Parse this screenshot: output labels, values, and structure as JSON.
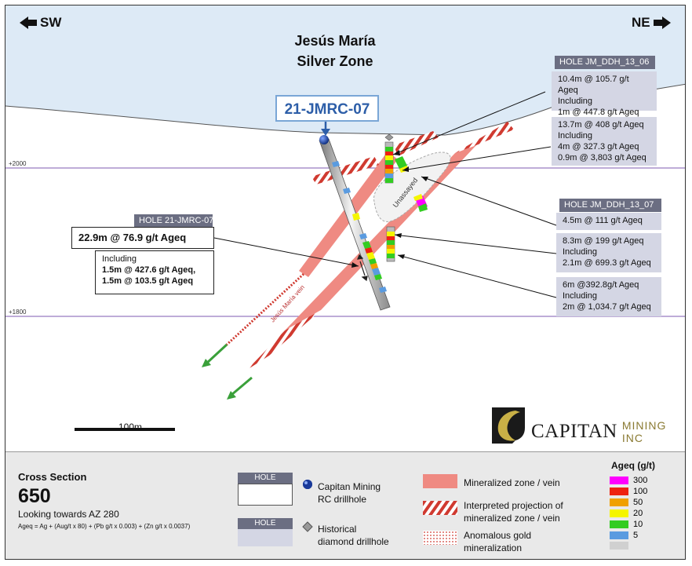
{
  "directions": {
    "left": "SW",
    "right": "NE"
  },
  "title": {
    "line1": "Jesús María",
    "line2": "Silver Zone"
  },
  "hole_badge": "21-JMRC-07",
  "elevations": {
    "upper": "+2000",
    "lower": "+1800"
  },
  "unassayed_label": "Unassayed",
  "vein_label": "Jesús María vein",
  "scale_label": "100m",
  "callouts": {
    "ddh06": {
      "header": "HOLE JM_DDH_13_06",
      "box1": [
        "10.4m @ 105.7 g/t Ageq",
        "Including",
        "1m @ 447.8 g/t Ageq"
      ],
      "box2": [
        "13.7m @ 408 g/t Ageq",
        "Including",
        "4m @ 327.3 g/t Ageq",
        "0.9m @ 3,803 g/t Ageq"
      ]
    },
    "ddh07": {
      "header": "HOLE JM_DDH_13_07",
      "box1": [
        "4.5m @ 111 g/t Ageq"
      ],
      "box2": [
        "8.3m @ 199 g/t Ageq",
        "Including",
        "2.1m @ 699.3 g/t Ageq"
      ],
      "box3": [
        "6m @392.8g/t Ageq",
        "Including",
        "2m @ 1,034.7 g/t Ageq"
      ]
    },
    "jmrc07": {
      "header": "HOLE 21-JMRC-07",
      "main": "22.9m @ 76.9 g/t Ageq",
      "sub": [
        "Including",
        "1.5m @ 427.6 g/t Ageq,",
        "1.5m @ 103.5 g/t Ageq"
      ]
    }
  },
  "logo": {
    "name": "CAPITAN",
    "suffix": "MINING INC"
  },
  "legend": {
    "cross_section": "Cross Section",
    "section_number": "650",
    "looking": "Looking towards AZ 280",
    "formula": "Ageq = Ag + (Aug/t x 80) + (Pb g/t x 0.003) + (Zn g/t x 0.0037)",
    "hole_header": "HOLE",
    "capitan_hole_line1": "Capitan Mining",
    "capitan_hole_line2": "RC drillhole",
    "historical_line1": "Historical",
    "historical_line2": "diamond drillhole",
    "mineralized": "Mineralized zone / vein",
    "interpreted_line1": "Interpreted projection of",
    "interpreted_line2": "mineralized zone / vein",
    "gold_line1": "Anomalous gold",
    "gold_line2": "mineralization",
    "ramp_title": "Ageq (g/t)",
    "ramp": [
      {
        "label": "300",
        "color": "#ff00ff"
      },
      {
        "label": "100",
        "color": "#ee2211"
      },
      {
        "label": "50",
        "color": "#f0a000"
      },
      {
        "label": "20",
        "color": "#f5f500"
      },
      {
        "label": "10",
        "color": "#33cc22"
      },
      {
        "label": "5",
        "color": "#5a9be0"
      },
      {
        "label": "",
        "color": "#d0d0d0"
      }
    ]
  },
  "colors": {
    "sky": "#ddeaf6",
    "vein": "#ef8a82",
    "hatch": "#d03a30",
    "hole_header": "#6b6e82",
    "callout_fill": "#d4d6e4",
    "elevation_line": "#7c5ab0",
    "scale_arrow": "#3aa03a",
    "logo_gold": "#c9b046"
  }
}
